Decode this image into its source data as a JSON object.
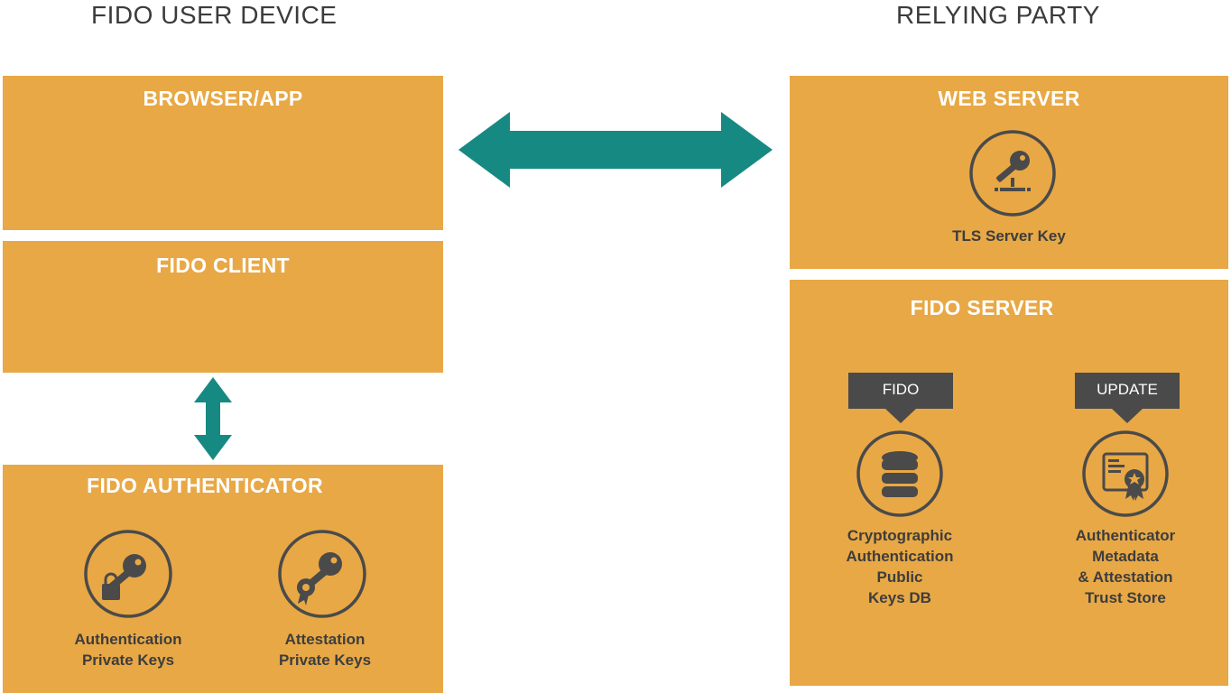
{
  "titles": {
    "left": "FIDO USER DEVICE",
    "right": "RELYING PARTY"
  },
  "colors": {
    "box": "#e8a845",
    "arrow": "#168a82",
    "icon": "#4a4a4a",
    "tag": "#4a4a4a"
  },
  "user_device": {
    "browser": {
      "title": "BROWSER/APP"
    },
    "client": {
      "title": "FIDO CLIENT"
    },
    "authenticator": {
      "title": "FIDO AUTHENTICATOR",
      "items": [
        {
          "icon": "key-lock-icon",
          "lines": [
            "Authentication",
            "Private Keys"
          ]
        },
        {
          "icon": "key-seal-icon",
          "lines": [
            "Attestation",
            "Private Keys"
          ]
        }
      ]
    }
  },
  "relying_party": {
    "web_server": {
      "title": "WEB SERVER",
      "item": {
        "icon": "key-network-icon",
        "label": "TLS Server Key"
      }
    },
    "fido_server": {
      "title": "FIDO SERVER",
      "items": [
        {
          "tag": "FIDO",
          "icon": "database-icon",
          "lines": [
            "Cryptographic",
            "Authentication",
            "Public",
            "Keys DB"
          ]
        },
        {
          "tag": "UPDATE",
          "icon": "certificate-icon",
          "lines": [
            "Authenticator",
            "Metadata",
            "& Attestation",
            "Trust Store"
          ]
        }
      ]
    }
  }
}
